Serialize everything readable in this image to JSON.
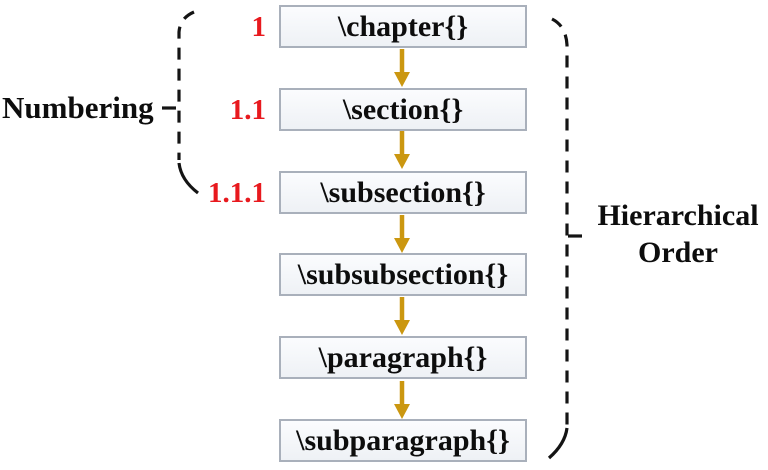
{
  "diagram": {
    "numbering_label": "Numbering",
    "hierarchical_label": {
      "line1": "Hierarchical",
      "line2": "Order"
    },
    "nodes": [
      {
        "command": "\\chapter{}",
        "number": "1"
      },
      {
        "command": "\\section{}",
        "number": "1.1"
      },
      {
        "command": "\\subsection{}",
        "number": "1.1.1"
      },
      {
        "command": "\\subsubsection{}",
        "number": ""
      },
      {
        "command": "\\paragraph{}",
        "number": ""
      },
      {
        "command": "\\subparagraph{}",
        "number": ""
      }
    ],
    "colors": {
      "number_red": "#e8191e",
      "arrow_gold": "#cb9710",
      "box_border": "#a9b0bb",
      "box_fill_top": "#fbfcfe",
      "box_fill_bottom": "#eef1f5",
      "brace_black": "#141414",
      "text_black": "#0d0d0d",
      "background": "#ffffff"
    }
  }
}
